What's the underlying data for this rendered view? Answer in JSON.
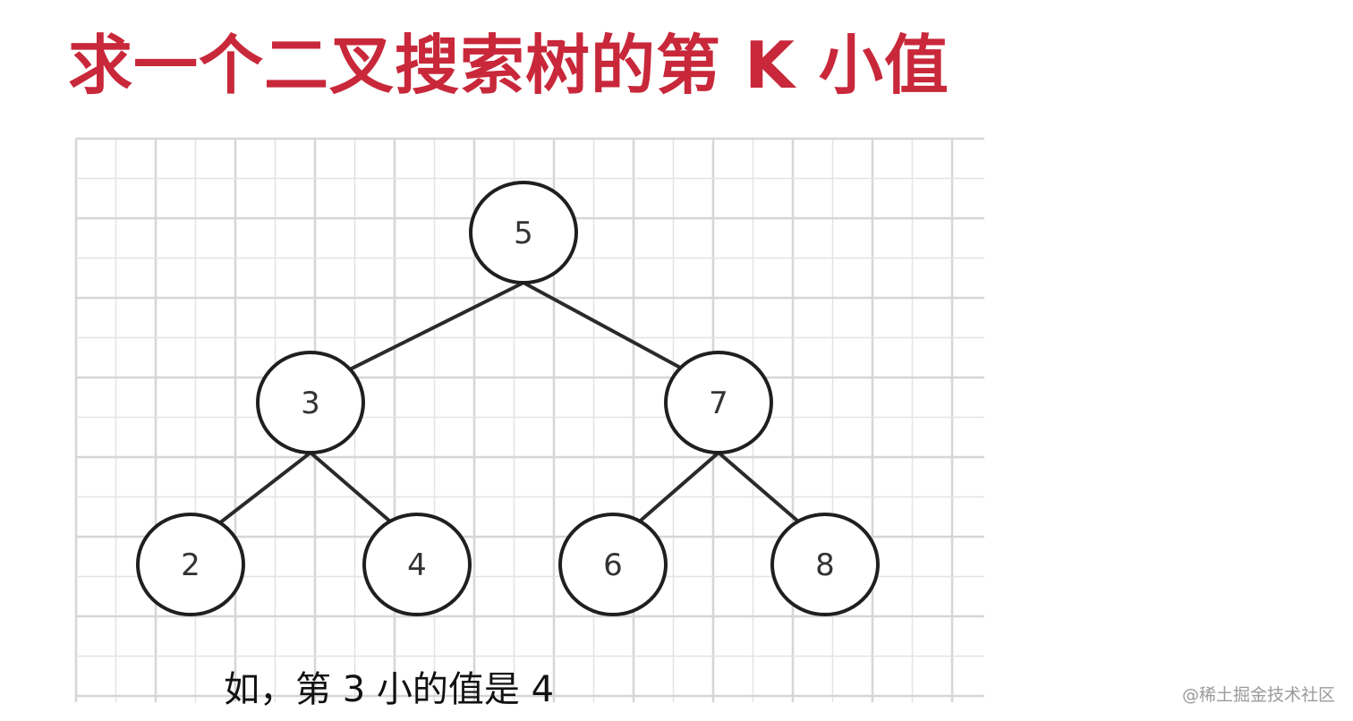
{
  "title": "求一个二叉搜索树的第 K 小值",
  "caption": "如，第 3 小的值是 4",
  "watermark": "@稀土掘金技术社区",
  "colors": {
    "title": "#c8283a",
    "grid": "#e3e3e3",
    "node_stroke": "#1f1f1f"
  },
  "tree": {
    "nodes": [
      {
        "id": "n5",
        "label": "5"
      },
      {
        "id": "n3",
        "label": "3"
      },
      {
        "id": "n7",
        "label": "7"
      },
      {
        "id": "n2",
        "label": "2"
      },
      {
        "id": "n4",
        "label": "4"
      },
      {
        "id": "n6",
        "label": "6"
      },
      {
        "id": "n8",
        "label": "8"
      }
    ],
    "edges": [
      {
        "from": "n5",
        "to": "n3"
      },
      {
        "from": "n5",
        "to": "n7"
      },
      {
        "from": "n3",
        "to": "n2"
      },
      {
        "from": "n3",
        "to": "n4"
      },
      {
        "from": "n7",
        "to": "n6"
      },
      {
        "from": "n7",
        "to": "n8"
      }
    ]
  }
}
